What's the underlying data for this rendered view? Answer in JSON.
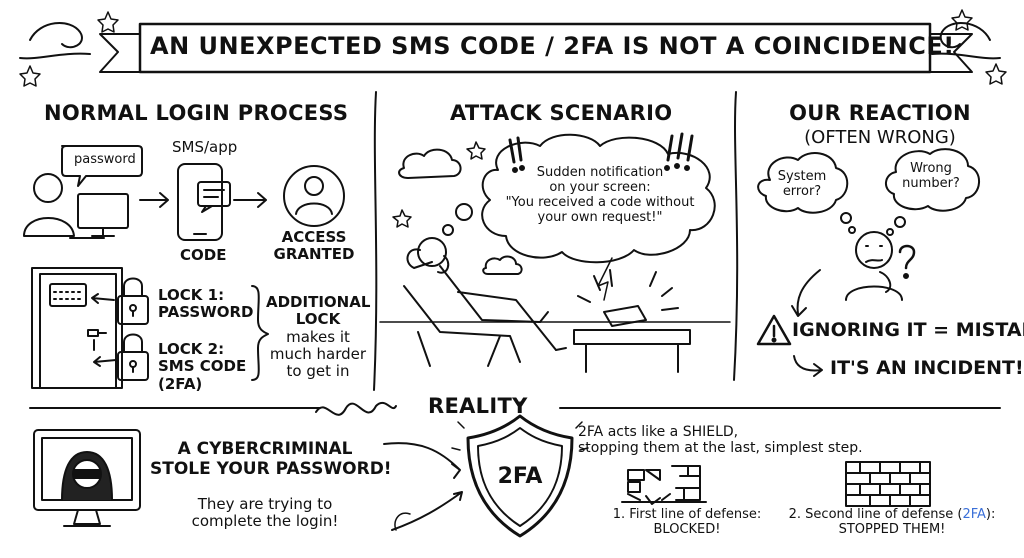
{
  "banner": {
    "title": "AN UNEXPECTED SMS CODE / 2FA IS NOT A COINCIDENCE!"
  },
  "normal_login": {
    "title": "NORMAL LOGIN PROCESS",
    "password_bubble": "password",
    "sms_app_label": "SMS/app",
    "code_label": "CODE",
    "access_label": [
      "ACCESS",
      "GRANTED"
    ],
    "lock1": [
      "LOCK 1:",
      "PASSWORD"
    ],
    "lock2": [
      "LOCK 2:",
      "SMS CODE",
      "(2FA)"
    ],
    "additional": [
      "ADDITIONAL",
      "LOCK",
      "makes it",
      "much harder",
      "to get in"
    ],
    "screen_text": "*** ***"
  },
  "attack": {
    "title": "ATTACK SCENARIO",
    "cloud_text": [
      "Sudden notification",
      "on your screen:",
      "\"You received a code without",
      "your own request!\""
    ]
  },
  "reaction": {
    "title": "OUR REACTION",
    "subtitle": "(OFTEN WRONG)",
    "thought1": [
      "System",
      "error?"
    ],
    "thought2": [
      "Wrong",
      "number?"
    ],
    "ignoring": "IGNORING IT = MISTAKE!",
    "incident": "IT'S AN INCIDENT!"
  },
  "reality": {
    "title": "REALITY",
    "criminal": [
      "A CYBERCRIMINAL",
      "STOLE YOUR PASSWORD!"
    ],
    "trying": [
      "They are trying to",
      "complete the login!"
    ],
    "shield_text": "2FA",
    "shield_desc": [
      "2FA acts like a SHIELD,",
      "stopping them at the last, simplest step."
    ],
    "first_line": [
      "1. First line of defense:",
      "BLOCKED!"
    ],
    "second_line_prefix": "2. Second line of defense (",
    "second_line_accent": "2FA",
    "second_line_suffix": "):",
    "second_line_2": "STOPPED THEM!"
  },
  "colors": {
    "ink": "#111111",
    "accent_blue": "#3a6fd8"
  }
}
